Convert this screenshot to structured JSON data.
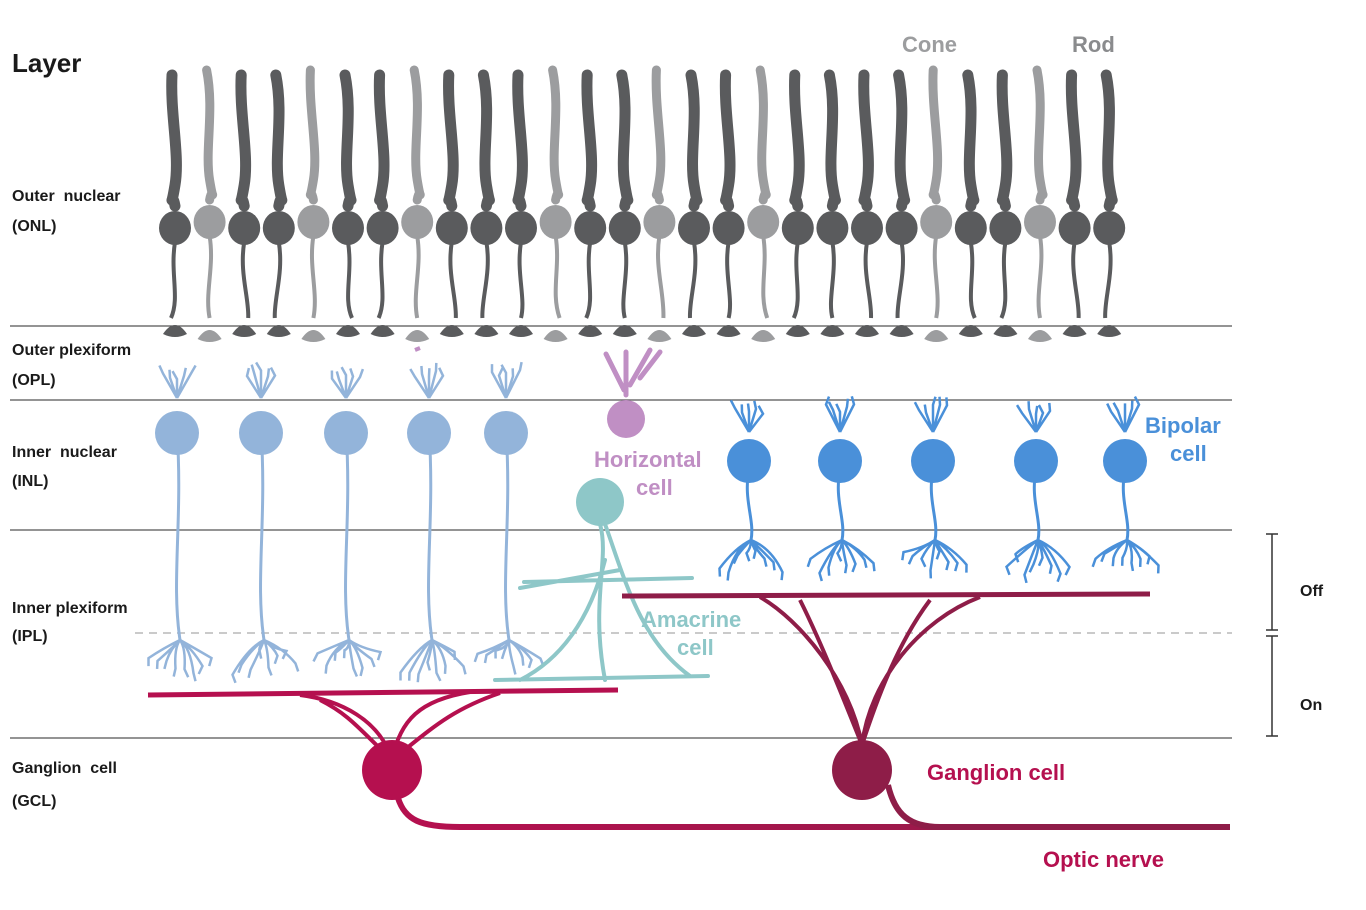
{
  "title": "Layer",
  "layers": [
    {
      "name": "Outer  nuclear",
      "abbr": "(ONL)"
    },
    {
      "name": "Outer plexiform",
      "abbr": "(OPL)"
    },
    {
      "name": "Inner  nuclear",
      "abbr": "(INL)"
    },
    {
      "name": "Inner plexiform",
      "abbr": "(IPL)"
    },
    {
      "name": "Ganglion  cell",
      "abbr": "(GCL)"
    }
  ],
  "labels": {
    "cone": "Cone",
    "rod": "Rod",
    "horizontal": [
      "Horizontal",
      "cell"
    ],
    "bipolar": [
      "Bipolar",
      "cell"
    ],
    "amacrine": [
      "Amacrine",
      "cell"
    ],
    "ganglion": "Ganglion cell",
    "optic_nerve": "Optic nerve",
    "off": "Off",
    "on": "On"
  },
  "colors": {
    "rod": "#5a5b5d",
    "cone": "#9c9d9f",
    "horizontal": "#c08fc4",
    "bipolar_light": "#93b4da",
    "bipolar_dark": "#4a90d9",
    "amacrine": "#8ec7c8",
    "ganglion_bright": "#b5104f",
    "ganglion_dark": "#8e1d48",
    "line": "#555555"
  }
}
